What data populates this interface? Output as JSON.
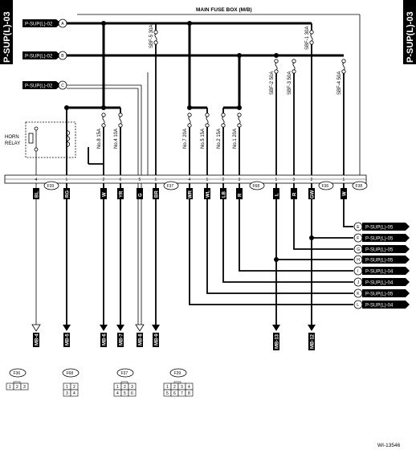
{
  "side_label": "P-SUP(L)-03",
  "fuse_box_title": "MAIN FUSE BOX (M/B)",
  "figure_id": "WI-13546",
  "inputs": [
    {
      "letter": "A",
      "ref": "P-SUP(L)-02"
    },
    {
      "letter": "B",
      "ref": "P-SUP(L)-02"
    },
    {
      "letter": "C",
      "ref": "P-SUP(L)-02"
    }
  ],
  "horn_relay": [
    "HORN",
    "RELAY"
  ],
  "fuses": [
    {
      "id": "sbf5",
      "label": "SBF-5 30A"
    },
    {
      "id": "sbf1",
      "label": "SBF-1 30A"
    },
    {
      "id": "sbf2",
      "label": "SBF-2 50A"
    },
    {
      "id": "sbf3",
      "label": "SBF-3 50A"
    },
    {
      "id": "sbf4",
      "label": "SBF-4 50A"
    },
    {
      "id": "f8",
      "label": "No.8 15A"
    },
    {
      "id": "f4",
      "label": "No.4 10A"
    },
    {
      "id": "f7",
      "label": "No.7 20A"
    },
    {
      "id": "f5",
      "label": "No.5 15A"
    },
    {
      "id": "f2",
      "label": "No.2 15A"
    },
    {
      "id": "f1",
      "label": "No.1 20A"
    }
  ],
  "connectors": [
    {
      "id": "F39",
      "label": "F39"
    },
    {
      "id": "F37",
      "label": "F37"
    },
    {
      "id": "F68",
      "label": "F68"
    },
    {
      "id": "F36",
      "label": "F36"
    },
    {
      "id": "F38",
      "label": "F38"
    }
  ],
  "pins": [
    "4",
    "1",
    "2",
    "6",
    "5",
    "1",
    "4",
    "1",
    "2",
    "3",
    "1",
    "3",
    "2",
    "1"
  ],
  "wires": [
    "BL",
    "RG",
    "W",
    "YR",
    "G",
    "BR",
    "WR",
    "WL",
    "LB",
    "R",
    "L",
    "R",
    "GW",
    "W"
  ],
  "mb_targets": [
    "MB-4",
    "MB-5",
    "MB-6",
    "MB-7",
    "MB-8",
    "MB-9",
    "MB-13",
    "MB-12"
  ],
  "outputs": [
    {
      "letter": "E",
      "ref": "P-SUP(L)-05"
    },
    {
      "letter": "F",
      "ref": "P-SUP(L)-05"
    },
    {
      "letter": "G",
      "ref": "P-SUP(L)-05"
    },
    {
      "letter": "H",
      "ref": "P-SUP(L)-05"
    },
    {
      "letter": "I",
      "ref": "P-SUP(L)-04"
    },
    {
      "letter": "J",
      "ref": "P-SUP(L)-04"
    },
    {
      "letter": "K",
      "ref": "P-SUP(L)-05"
    },
    {
      "letter": "L",
      "ref": "P-SUP(L)-04"
    }
  ],
  "legend": [
    {
      "name": "F36",
      "cells": [
        "1",
        "2",
        "3"
      ]
    },
    {
      "name": "F68",
      "cells": [
        "1",
        "2",
        "3",
        "4"
      ]
    },
    {
      "name": "F37",
      "cells": [
        "1",
        "2",
        "3",
        "4",
        "5",
        "6"
      ]
    },
    {
      "name": "F39",
      "cells": [
        "1",
        "2",
        "3",
        "4",
        "5",
        "6",
        "7",
        "8"
      ]
    }
  ]
}
